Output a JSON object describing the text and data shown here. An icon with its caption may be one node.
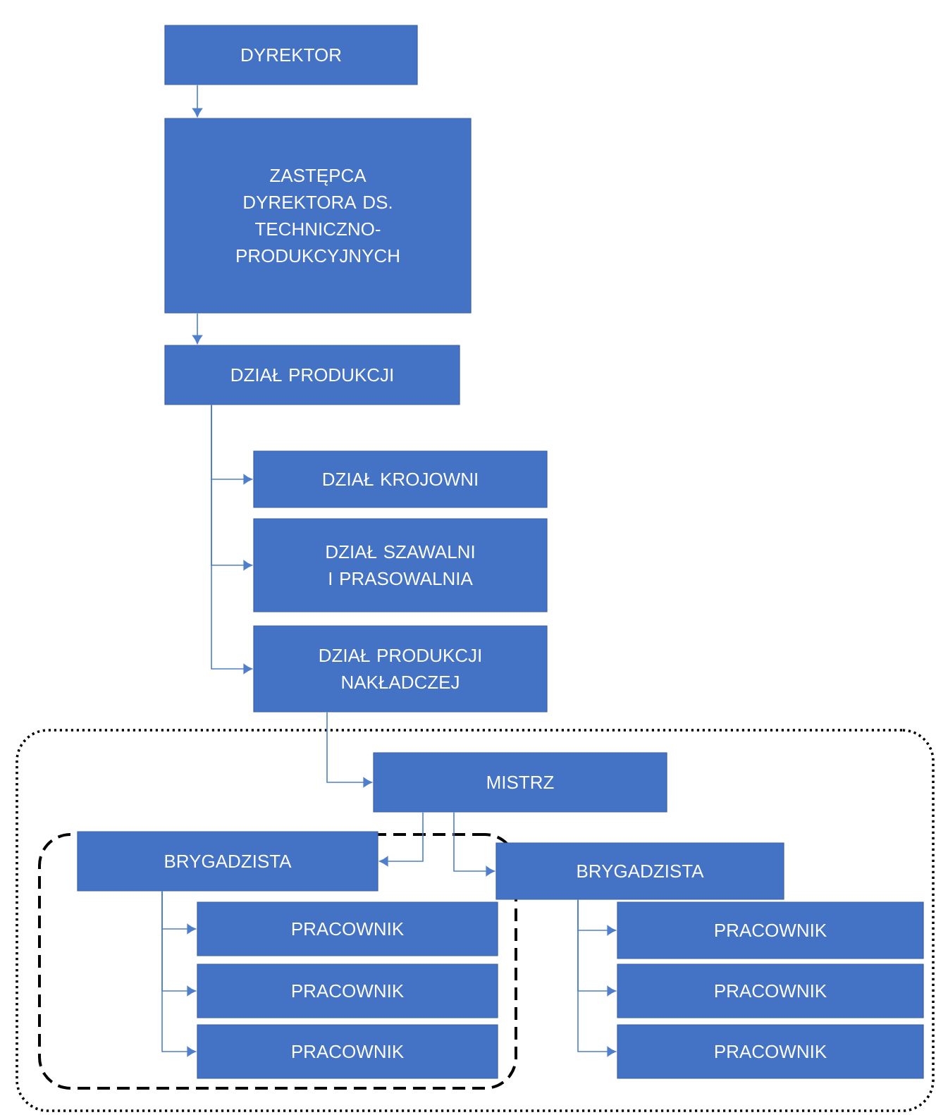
{
  "diagram": {
    "nodes": [
      {
        "text": [
          "DYREKTOR"
        ]
      },
      {
        "text": [
          "ZASTĘPCA DYREKTORA DS. TECHNICZNO-PRODUKCYJNYCH"
        ]
      },
      {
        "text": [
          "DZIAŁ PRODUKCJI"
        ]
      },
      {
        "text": [
          "DZIAŁ KROJOWNI"
        ]
      },
      {
        "text": [
          "DZIAŁ SZAWALNI I PRASOWALNIA"
        ]
      },
      {
        "text": [
          "DZIAŁ PRODUKCJI NAKŁADCZEJ"
        ]
      },
      {
        "text": [],
        "shape": "box"
      },
      {
        "text": [
          "MISTRZ"
        ],
        "in": 6
      },
      {
        "text": [],
        "shape": "box",
        "in": 6
      },
      {
        "text": [
          "BRYGADZISTA"
        ],
        "in": 8
      },
      {
        "text": [
          "PRACOWNIK"
        ],
        "in": 8
      },
      {
        "text": [
          "PRACOWNIK"
        ],
        "in": 8
      },
      {
        "text": [
          "PRACOWNIK"
        ],
        "in": 8
      },
      {
        "text": [
          "BRYGADZISTA"
        ],
        "in": 6
      },
      {
        "text": [
          "PRACOWNIK"
        ],
        "in": 6
      },
      {
        "text": [
          "PRACOWNIK"
        ],
        "in": 6
      },
      {
        "text": [
          "PRACOWNIK"
        ],
        "in": 6
      }
    ],
    "edges": [
      {
        "from": 0,
        "to": 1,
        "arrow": "to"
      },
      {
        "from": 1,
        "to": 2,
        "arrow": "to"
      },
      {
        "from": 2,
        "to": 3,
        "arrow": "to"
      },
      {
        "from": 2,
        "to": 4,
        "arrow": "to"
      },
      {
        "from": 2,
        "to": 5,
        "arrow": "to"
      },
      {
        "from": 5,
        "to": 7,
        "arrow": "to"
      },
      {
        "from": 7,
        "to": 9,
        "arrow": "to"
      },
      {
        "from": 7,
        "to": 13,
        "arrow": "to"
      },
      {
        "from": 9,
        "to": 10,
        "arrow": "to"
      },
      {
        "from": 9,
        "to": 11,
        "arrow": "to"
      },
      {
        "from": 9,
        "to": 12,
        "arrow": "to"
      },
      {
        "from": 13,
        "to": 14,
        "arrow": "to"
      },
      {
        "from": 13,
        "to": 15,
        "arrow": "to"
      },
      {
        "from": 13,
        "to": 16,
        "arrow": "to"
      }
    ]
  }
}
